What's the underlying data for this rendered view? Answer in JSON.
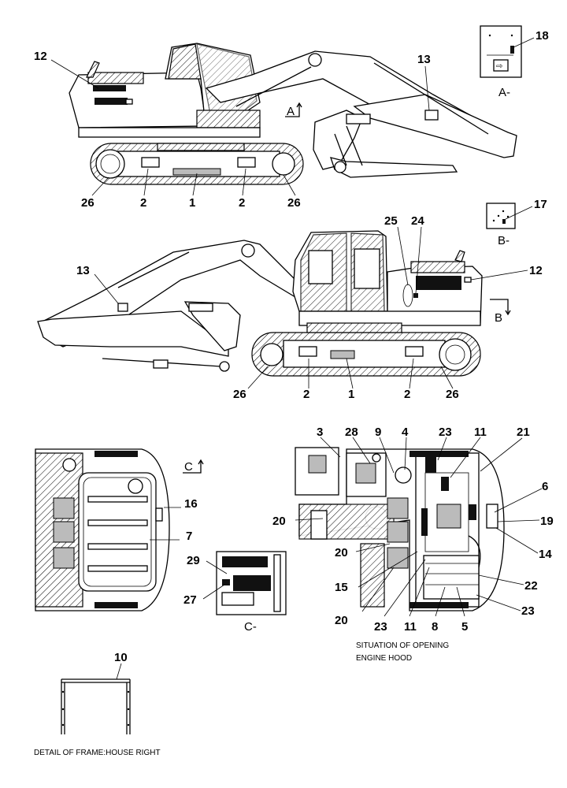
{
  "side_view_left": {
    "callouts": {
      "c12": "12",
      "c13": "13",
      "c26a": "26",
      "c2a": "2",
      "c1": "1",
      "c2b": "2",
      "c26b": "26",
      "arrow_a": "A"
    }
  },
  "detail_a": {
    "title": "A-",
    "callout": "18"
  },
  "side_view_right": {
    "callouts": {
      "c13": "13",
      "c25": "25",
      "c24": "24",
      "c12": "12",
      "c26a": "26",
      "c2a": "2",
      "c1": "1",
      "c2b": "2",
      "c26b": "26",
      "arrow_b": "B"
    }
  },
  "detail_b": {
    "title": "B-",
    "callout": "17"
  },
  "top_view_left": {
    "arrow_c": "C",
    "callouts": {
      "c16": "16",
      "c7": "7"
    }
  },
  "detail_c": {
    "title": "C-",
    "callouts": {
      "c29": "29",
      "c27": "27"
    }
  },
  "engine_hood_view": {
    "callouts": {
      "c3": "3",
      "c28": "28",
      "c9": "9",
      "c4": "4",
      "c23a": "23",
      "c11a": "11",
      "c21": "21",
      "c6": "6",
      "c19": "19",
      "c14": "14",
      "c20a": "20",
      "c20b": "20",
      "c15": "15",
      "c20c": "20",
      "c22": "22",
      "c23b": "23",
      "c23c": "23",
      "c11b": "11",
      "c8": "8",
      "c5": "5"
    },
    "caption_line1": "SITUATION OF OPENING",
    "caption_line2": "ENGINE HOOD"
  },
  "frame_detail": {
    "callout": "10",
    "caption": "DETAIL OF FRAME:HOUSE RIGHT"
  }
}
